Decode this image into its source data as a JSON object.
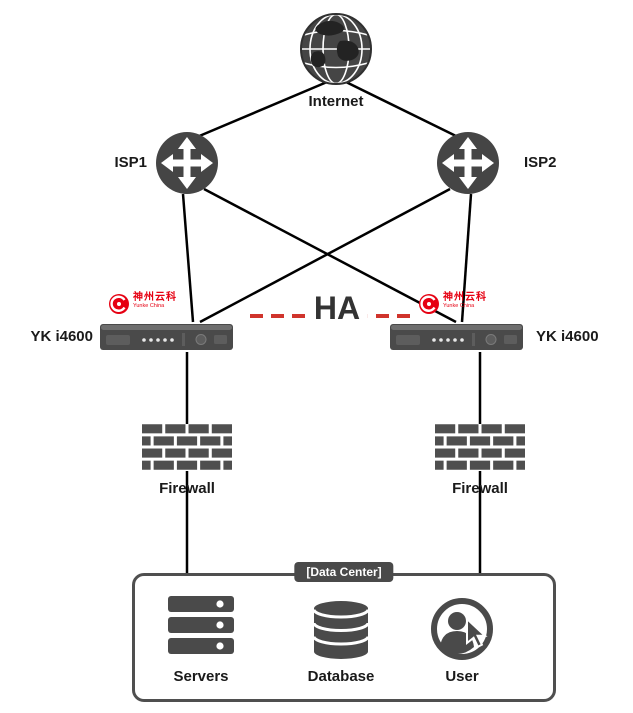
{
  "labels": {
    "internet": "Internet",
    "isp1": "ISP1",
    "isp2": "ISP2",
    "yk_left": "YK i4600",
    "yk_right": "YK i4600",
    "ha": "HA",
    "firewall_left": "Firewall",
    "firewall_right": "Firewall",
    "datacenter": "[Data Center]",
    "servers": "Servers",
    "database": "Database",
    "user": "User"
  },
  "brand": {
    "name_cn": "神州云科",
    "name_en": "Yunke China"
  },
  "edges": [
    {
      "from": "internet",
      "to": "isp1",
      "type": "solid"
    },
    {
      "from": "internet",
      "to": "isp2",
      "type": "solid"
    },
    {
      "from": "isp1",
      "to": "yk_left",
      "type": "solid"
    },
    {
      "from": "isp1",
      "to": "yk_right",
      "type": "solid"
    },
    {
      "from": "isp2",
      "to": "yk_left",
      "type": "solid"
    },
    {
      "from": "isp2",
      "to": "yk_right",
      "type": "solid"
    },
    {
      "from": "yk_left",
      "to": "yk_right",
      "type": "ha-dashed-red"
    },
    {
      "from": "yk_left",
      "to": "firewall_left",
      "type": "solid"
    },
    {
      "from": "yk_right",
      "to": "firewall_right",
      "type": "solid"
    },
    {
      "from": "firewall_left",
      "to": "datacenter",
      "type": "solid"
    },
    {
      "from": "firewall_right",
      "to": "datacenter",
      "type": "solid"
    }
  ],
  "colors": {
    "icon_gray": "#4a4a4a",
    "line_black": "#000000",
    "ha_red": "#d0342c",
    "brand_red": "#e60012",
    "label_text": "#1a1a1a",
    "badge_bg": "#4a4a4a",
    "badge_text": "#ffffff"
  }
}
